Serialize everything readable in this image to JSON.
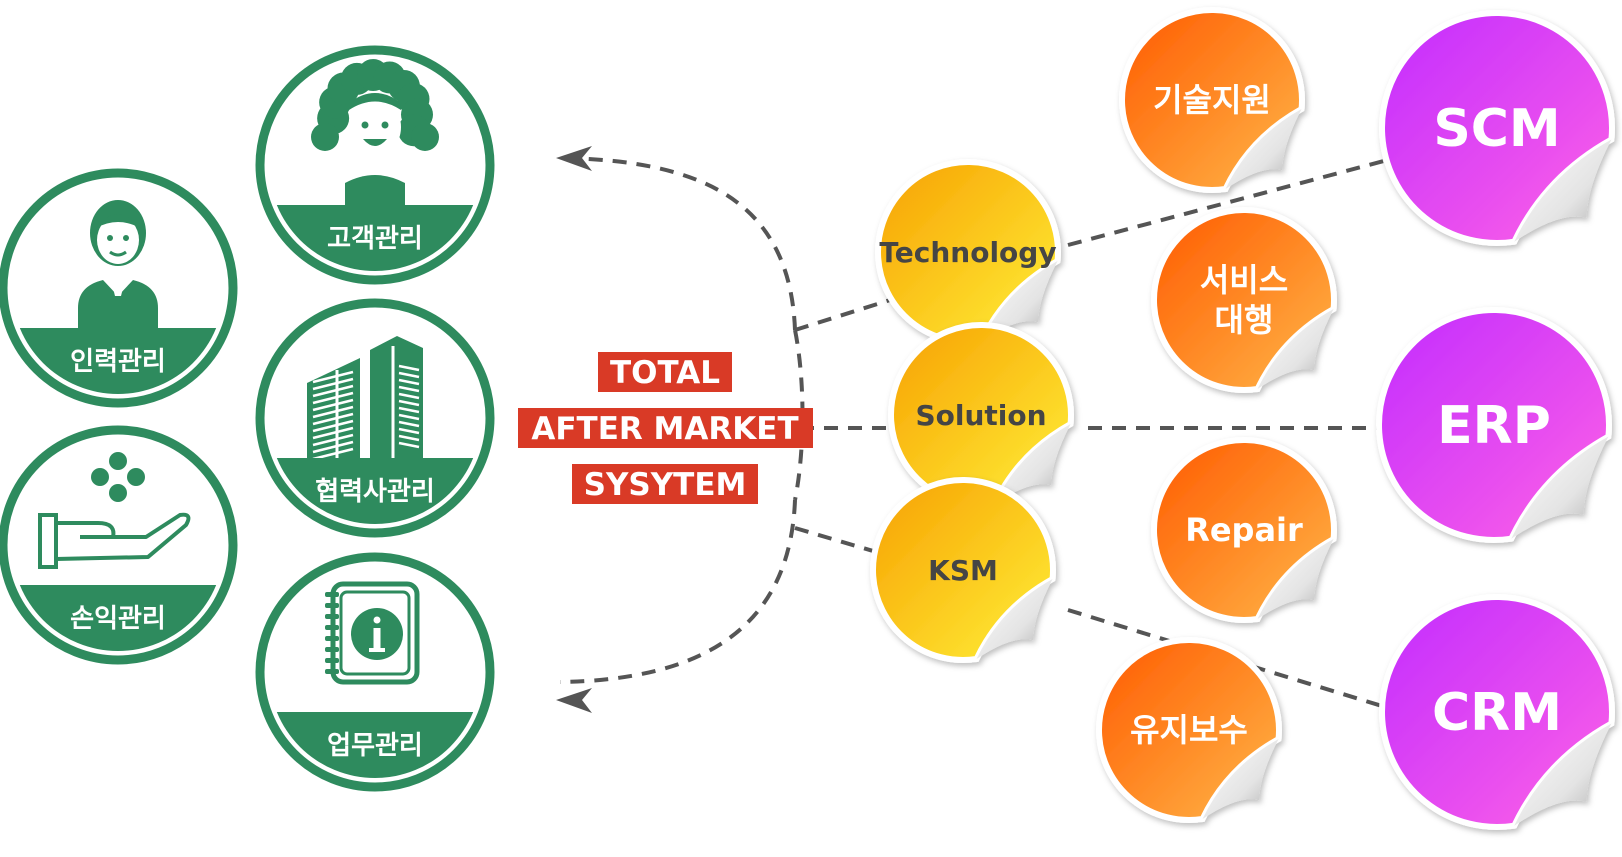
{
  "colors": {
    "green": "#2e8b5e",
    "red_label": "#d93a26",
    "orange_a": "#ff6a00",
    "orange_b": "#ffb347",
    "yellow_a": "#f7a400",
    "yellow_b": "#ffec3d",
    "magenta_a": "#c832ff",
    "magenta_b": "#ff5ee8",
    "connector": "#555555"
  },
  "management_circles": [
    {
      "label": "인력관리",
      "icon": "man-icon"
    },
    {
      "label": "고객관리",
      "icon": "woman-icon"
    },
    {
      "label": "협력사관리",
      "icon": "buildings-icon"
    },
    {
      "label": "손익관리",
      "icon": "hand-coins-icon"
    },
    {
      "label": "업무관리",
      "icon": "notebook-info-icon"
    }
  ],
  "center_title": [
    "TOTAL",
    "AFTER MARKET",
    "SYSYTEM"
  ],
  "core_nodes": [
    "Technology",
    "Solution",
    "KSM"
  ],
  "service_nodes": [
    "기술지원",
    "서비스\n대행",
    "Repair",
    "유지보수"
  ],
  "system_nodes": [
    "SCM",
    "ERP",
    "CRM"
  ]
}
